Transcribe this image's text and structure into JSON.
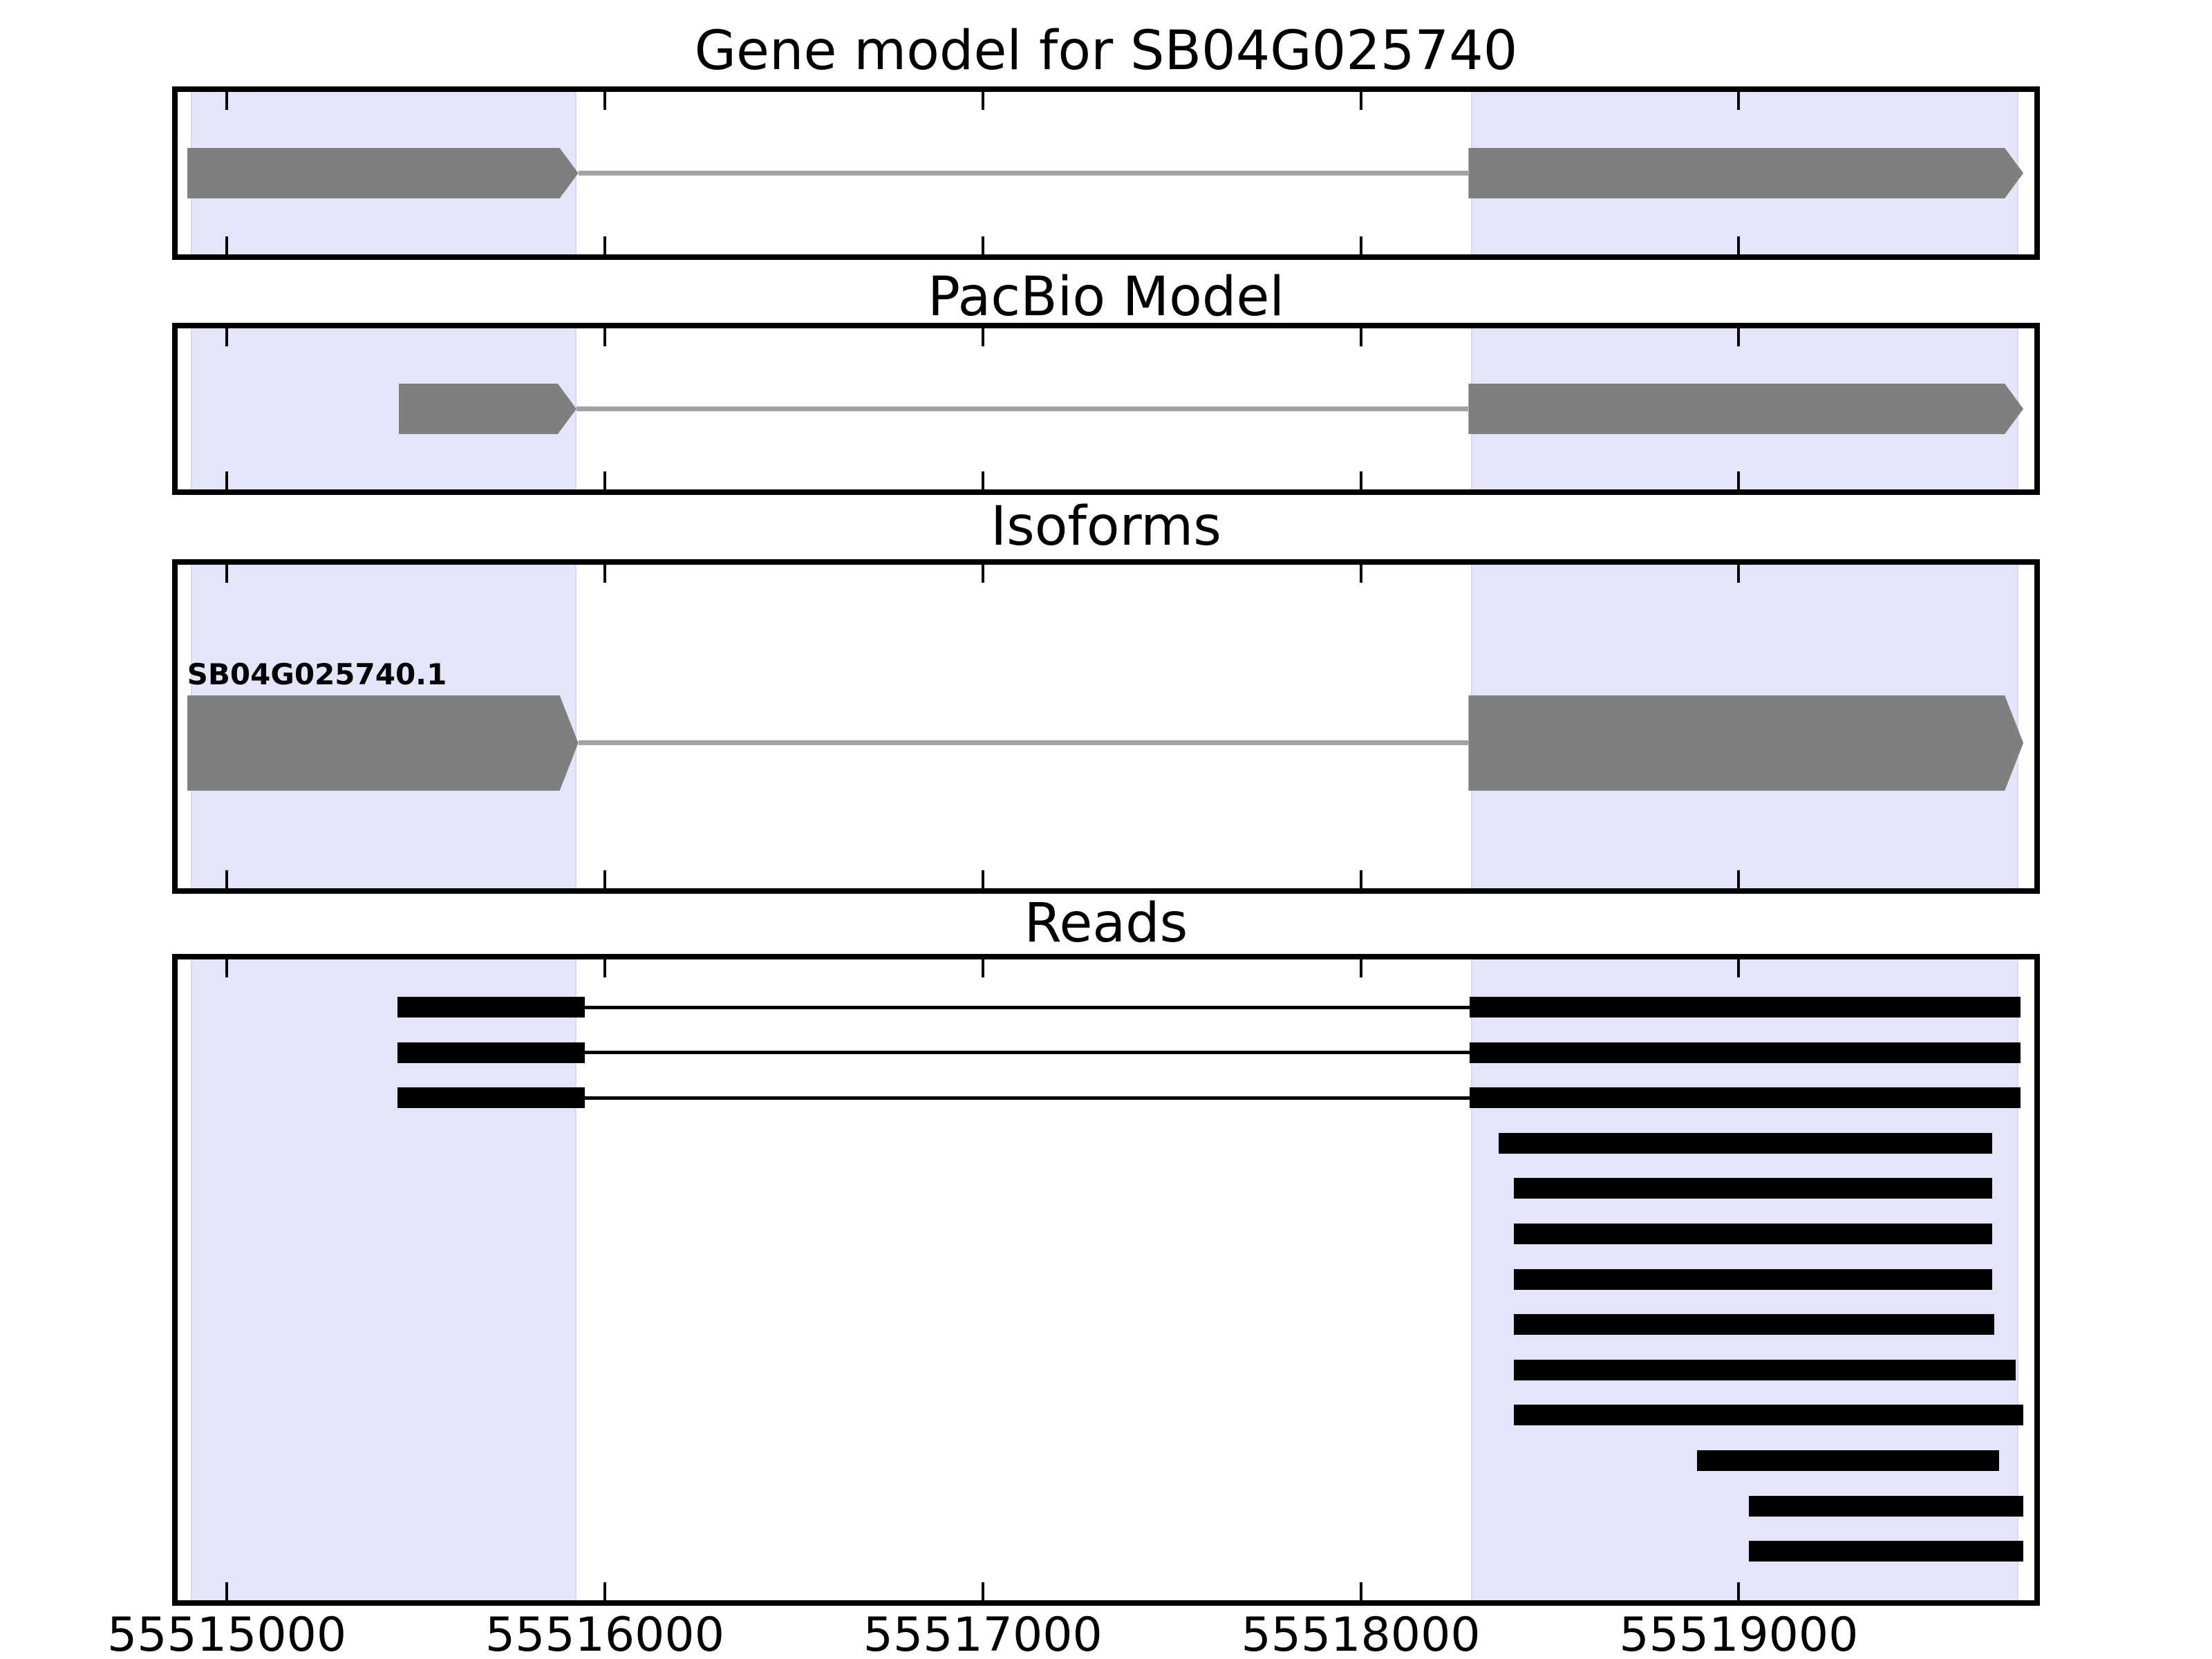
{
  "figure_title": "Gene model for SB04G025740",
  "colors": {
    "background": "#ffffff",
    "model_fill": "#7f7f7f",
    "model_intron_line": "#a2a2a2",
    "read_fill": "#000000",
    "highlight_fill": "#e4e4fa",
    "highlight_edge": "#d8d8f0",
    "border": "#000000"
  },
  "chart_data": {
    "type": "gene-model-tracks",
    "x_axis": {
      "min": 55514870,
      "max": 55519782,
      "ticks": [
        55515000,
        55516000,
        55517000,
        55518000,
        55519000
      ],
      "tick_labels": [
        "55515000",
        "55516000",
        "55517000",
        "55518000",
        "55519000"
      ],
      "grid": false
    },
    "highlight_regions": [
      {
        "start": 55514905,
        "end": 55515925
      },
      {
        "start": 55518292,
        "end": 55519740
      }
    ],
    "panels": [
      {
        "title": "Gene model for SB04G025740",
        "kind": "model",
        "features": [
          {
            "label": "",
            "strand": "+",
            "exons": [
              [
                55514895,
                55515930
              ],
              [
                55518285,
                55519753
              ]
            ]
          }
        ]
      },
      {
        "title": "PacBio Model",
        "kind": "model",
        "features": [
          {
            "label": "",
            "strand": "+",
            "exons": [
              [
                55515455,
                55515925
              ],
              [
                55518285,
                55519753
              ]
            ]
          }
        ]
      },
      {
        "title": "Isoforms",
        "kind": "model",
        "features": [
          {
            "label": "SB04G025740.1",
            "strand": "+",
            "exons": [
              [
                55514895,
                55515930
              ],
              [
                55518285,
                55519753
              ]
            ]
          }
        ]
      },
      {
        "title": "Reads",
        "kind": "reads",
        "reads": [
          {
            "segments": [
              [
                55515452,
                55515947
              ],
              [
                55518288,
                55519745
              ]
            ]
          },
          {
            "segments": [
              [
                55515452,
                55515947
              ],
              [
                55518288,
                55519745
              ]
            ]
          },
          {
            "segments": [
              [
                55515452,
                55515947
              ],
              [
                55518288,
                55519745
              ]
            ]
          },
          {
            "segments": [
              [
                55518365,
                55519671
              ]
            ]
          },
          {
            "segments": [
              [
                55518405,
                55519671
              ]
            ]
          },
          {
            "segments": [
              [
                55518405,
                55519671
              ]
            ]
          },
          {
            "segments": [
              [
                55518405,
                55519671
              ]
            ]
          },
          {
            "segments": [
              [
                55518405,
                55519676
              ]
            ]
          },
          {
            "segments": [
              [
                55518405,
                55519733
              ]
            ]
          },
          {
            "segments": [
              [
                55518405,
                55519753
              ]
            ]
          },
          {
            "segments": [
              [
                55518889,
                55519688
              ]
            ]
          },
          {
            "segments": [
              [
                55519026,
                55519753
              ]
            ]
          },
          {
            "segments": [
              [
                55519026,
                55519753
              ]
            ]
          }
        ]
      }
    ]
  }
}
